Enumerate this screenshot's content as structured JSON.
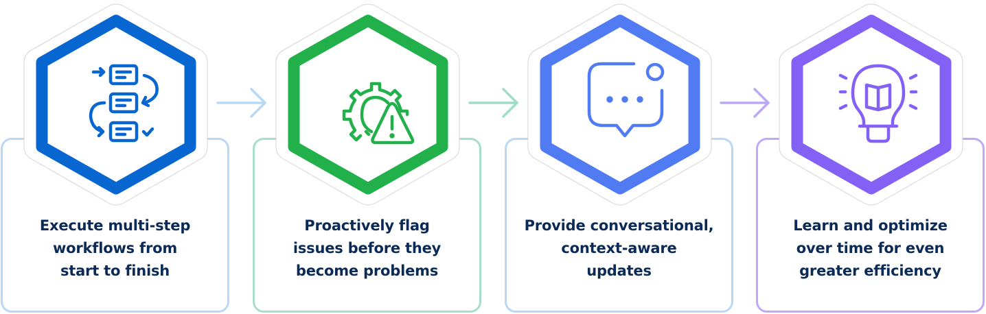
{
  "steps": [
    {
      "id": "execute",
      "icon": "workflow-steps-icon",
      "accent": "#0866D0",
      "border": "#B9D8F5",
      "lines": [
        "Execute multi-step",
        "workflows from",
        "start to finish"
      ]
    },
    {
      "id": "flag",
      "icon": "gear-warning-icon",
      "accent": "#22B04B",
      "border": "#A8DCCB",
      "lines": [
        "Proactively flag",
        "issues before they",
        "become problems"
      ]
    },
    {
      "id": "converse",
      "icon": "chat-bubble-notification-icon",
      "accent": "#507BF2",
      "border": "#B9D8F5",
      "lines": [
        "Provide conversational,",
        "context-aware",
        "updates"
      ]
    },
    {
      "id": "learn",
      "icon": "lightbulb-book-icon",
      "accent": "#8461F5",
      "border": "#BEA8F7",
      "lines": [
        "Learn and optimize",
        "over time for even",
        "greater efficiency"
      ]
    }
  ],
  "arrows": [
    {
      "icon": "arrow-right-icon",
      "color": "#B9D8F5"
    },
    {
      "icon": "arrow-right-icon",
      "color": "#A0DCCA"
    },
    {
      "icon": "arrow-right-icon",
      "color": "#BCA8F7"
    }
  ]
}
